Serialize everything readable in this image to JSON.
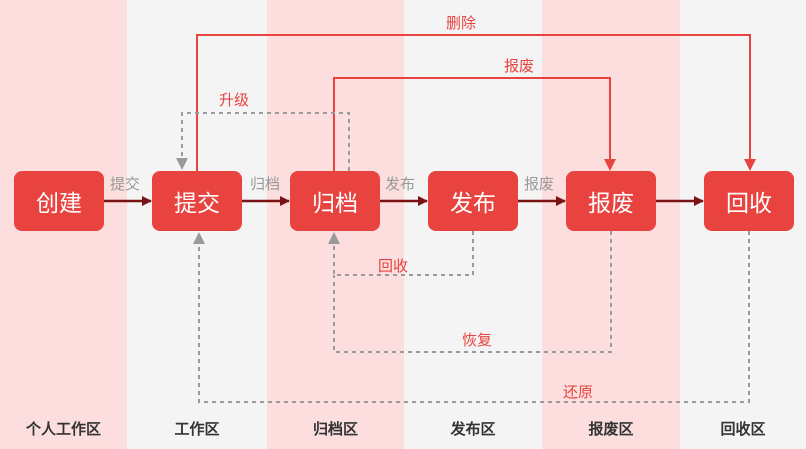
{
  "colors": {
    "lane_pink": "#fcdede",
    "lane_gray": "#f4f4f4",
    "node_red": "#e8433f",
    "arrow_dark": "#7a1414",
    "line_red": "#e8433f",
    "dashed_gray": "#9a9a9a",
    "label_gray": "#999999",
    "label_red": "#e8433f"
  },
  "lanes": [
    {
      "label": "个人工作区",
      "tone": "pink"
    },
    {
      "label": "工作区",
      "tone": "gray"
    },
    {
      "label": "归档区",
      "tone": "pink"
    },
    {
      "label": "发布区",
      "tone": "gray"
    },
    {
      "label": "报废区",
      "tone": "pink"
    },
    {
      "label": "回收区",
      "tone": "gray"
    }
  ],
  "nodes": [
    {
      "label": "创建"
    },
    {
      "label": "提交"
    },
    {
      "label": "归档"
    },
    {
      "label": "发布"
    },
    {
      "label": "报废"
    },
    {
      "label": "回收"
    }
  ],
  "edges": {
    "submit": "提交",
    "archive": "归档",
    "publish": "发布",
    "scrap": "报废",
    "delete": "删除",
    "scrap_from_archive": "报废",
    "upgrade": "升级",
    "recall": "回收",
    "restore": "恢复",
    "revert": "还原"
  }
}
